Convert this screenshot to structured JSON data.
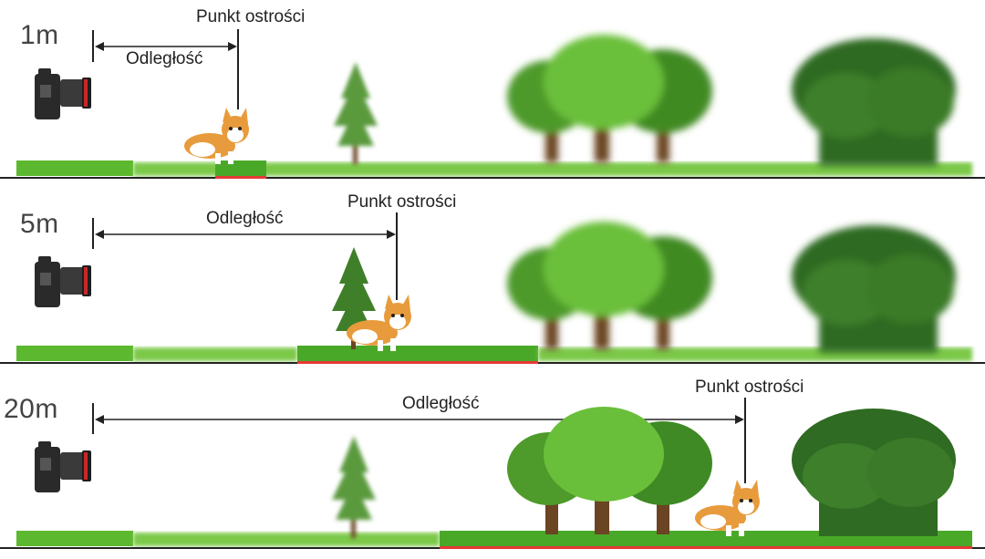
{
  "panels": [
    {
      "distance": "1m",
      "focus_label": "Punkt ostrości",
      "length_label": "Odległość"
    },
    {
      "distance": "5m",
      "focus_label": "Punkt ostrości",
      "length_label": "Odległość"
    },
    {
      "distance": "20m",
      "focus_label": "Punkt ostrości",
      "length_label": "Odległość"
    }
  ],
  "colors": {
    "grass": "#5cb82e",
    "grass_dark": "#3d8f1f",
    "focus_band": "#e53935",
    "ground_line": "#222222",
    "tree_light": "#6abf3a",
    "tree_mid": "#4e9a2a",
    "tree_dark": "#2f6b22",
    "trunk": "#6b4423",
    "corgi": "#e89b3c"
  },
  "icons": [
    "camera-icon",
    "corgi-icon",
    "pine-tree-icon",
    "oak-tree-icon",
    "forest-icon"
  ]
}
